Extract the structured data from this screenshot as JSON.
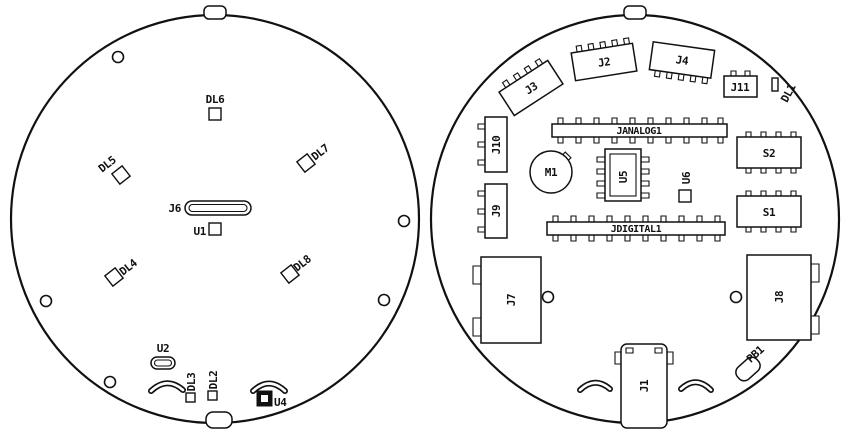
{
  "diagram": {
    "type": "pcb-silkscreen-two-views",
    "background": "#ffffff",
    "line_color": "#111111"
  },
  "left_board": {
    "labels": {
      "dl6": "DL6",
      "dl5": "DL5",
      "dl7": "DL7",
      "j6": "J6",
      "u1": "U1",
      "dl4": "DL4",
      "dl8": "DL8",
      "u2": "U2",
      "dl3": "DL3",
      "dl2": "DL2",
      "u4": "U4"
    }
  },
  "right_board": {
    "labels": {
      "j3": "J3",
      "j2": "J2",
      "j4": "J4",
      "j11": "J11",
      "dl1": "DL1",
      "janalog": "JANALOG1",
      "j10": "J10",
      "m1": "M1",
      "u5": "U5",
      "u6": "U6",
      "s2": "S2",
      "j9": "J9",
      "s1": "S1",
      "jdigital": "JDIGITAL1",
      "j7": "J7",
      "j8": "J8",
      "j1": "J1",
      "pb1": "PB1"
    }
  }
}
